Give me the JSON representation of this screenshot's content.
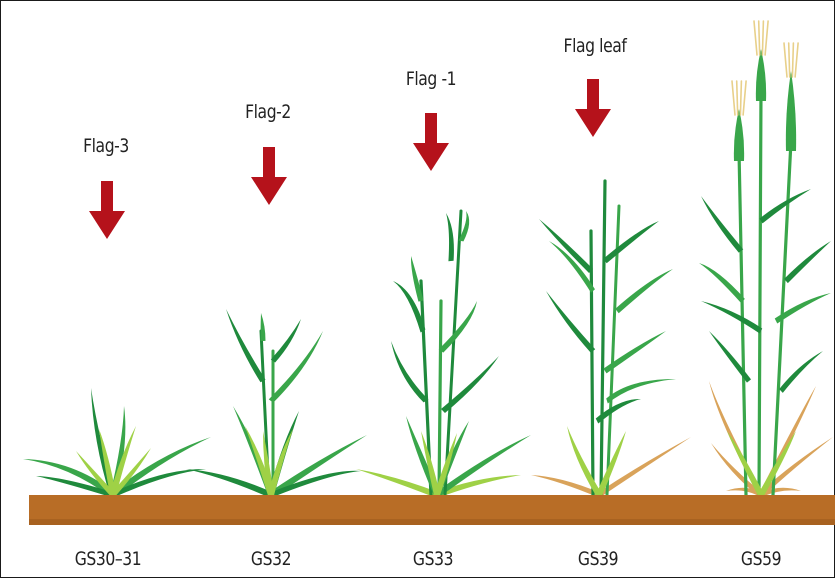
{
  "stages": [
    {
      "leaf": "Flag-3",
      "stage": "GS30–31"
    },
    {
      "leaf": "Flag-2",
      "stage": "GS32"
    },
    {
      "leaf": "Flag -1",
      "stage": "GS33"
    },
    {
      "leaf": "Flag leaf",
      "stage": "GS39"
    },
    {
      "leaf": "",
      "stage": "GS59"
    }
  ],
  "colors": {
    "arrow": "#b5121b",
    "soil": "#b86d26",
    "soil_dark": "#8a4e18",
    "leaf_dark": "#1f8a3c",
    "leaf_mid": "#39a64a",
    "leaf_light": "#9fd146",
    "leaf_dry": "#d9a35a",
    "ear": "#e8d08a"
  }
}
